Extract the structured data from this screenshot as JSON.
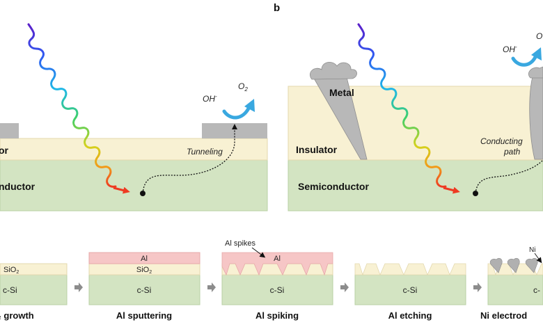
{
  "colors": {
    "semiconductor": "#d3e4c2",
    "semiconductor_edge": "#b9d0a4",
    "insulator": "#f8f1d3",
    "insulator_edge": "#e3d8ae",
    "metal": "#b8b8b8",
    "metal_edge": "#8e8e8e",
    "al_layer": "#f6c6c6",
    "oh_arrow": "#39a8e0",
    "photon_arrow": "#ee3a22",
    "step_arrow": "#8c8c8c"
  },
  "panel_a": {
    "insulator_label_fragment": "or",
    "semiconductor_label_fragment": "nductor",
    "tunneling_label": "Tunneling",
    "oh_label": "OH",
    "oh_superscript": "-",
    "o2_label": "O",
    "o2_subscript": "2"
  },
  "panel_b": {
    "panel_letter": "b",
    "metal_label": "Metal",
    "insulator_label": "Insulator",
    "semiconductor_label": "Semiconductor",
    "conducting_path_line1": "Conducting",
    "conducting_path_line2": "path",
    "oh_label": "OH",
    "oh_superscript": "-",
    "o2_fragment": "O"
  },
  "process_steps": {
    "step1": {
      "sio2_label": "SiO",
      "sio2_sub": "2",
      "substrate_label": "c-Si",
      "caption": "₂ growth"
    },
    "step2": {
      "al_label": "Al",
      "sio2_label": "SiO",
      "sio2_sub": "2",
      "substrate_label": "c-Si",
      "caption": "Al sputtering"
    },
    "step3": {
      "al_label": "Al",
      "callout_label": "Al spikes",
      "substrate_label": "c-Si",
      "caption": "Al spiking"
    },
    "step4": {
      "substrate_label": "c-Si",
      "caption": "Al etching"
    },
    "step5": {
      "ni_label": "Ni",
      "substrate_label": "c-",
      "caption": "Ni electrod"
    }
  }
}
